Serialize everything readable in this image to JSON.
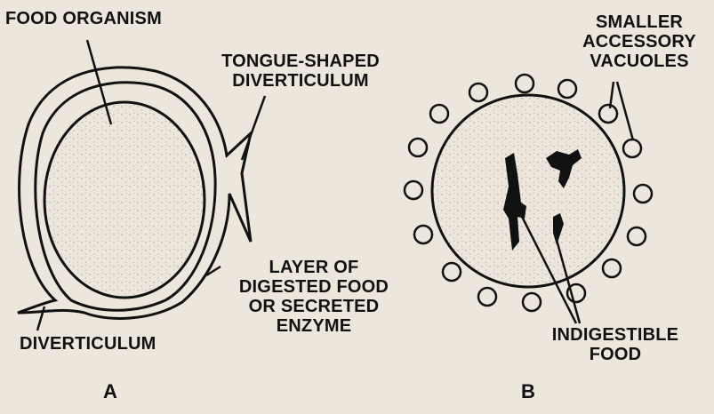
{
  "panel_a": {
    "letter": "A",
    "labels": {
      "food_organism": "FOOD ORGANISM",
      "tongue_diverticulum": [
        "TONGUE-SHAPED",
        "DIVERTICULUM"
      ],
      "layer": [
        "LAYER OF",
        "DIGESTED FOOD",
        "OR SECRETED",
        "ENZYME"
      ],
      "diverticulum": "DIVERTICULUM"
    }
  },
  "panel_b": {
    "letter": "B",
    "labels": {
      "accessory_vacuoles": [
        "SMALLER",
        "ACCESSORY",
        "VACUOLES"
      ],
      "indigestible_food": [
        "INDIGESTIBLE",
        "FOOD"
      ]
    }
  },
  "colors": {
    "ink": "#111111",
    "background": "#ece6dc",
    "stipple": "#b8aea0"
  }
}
